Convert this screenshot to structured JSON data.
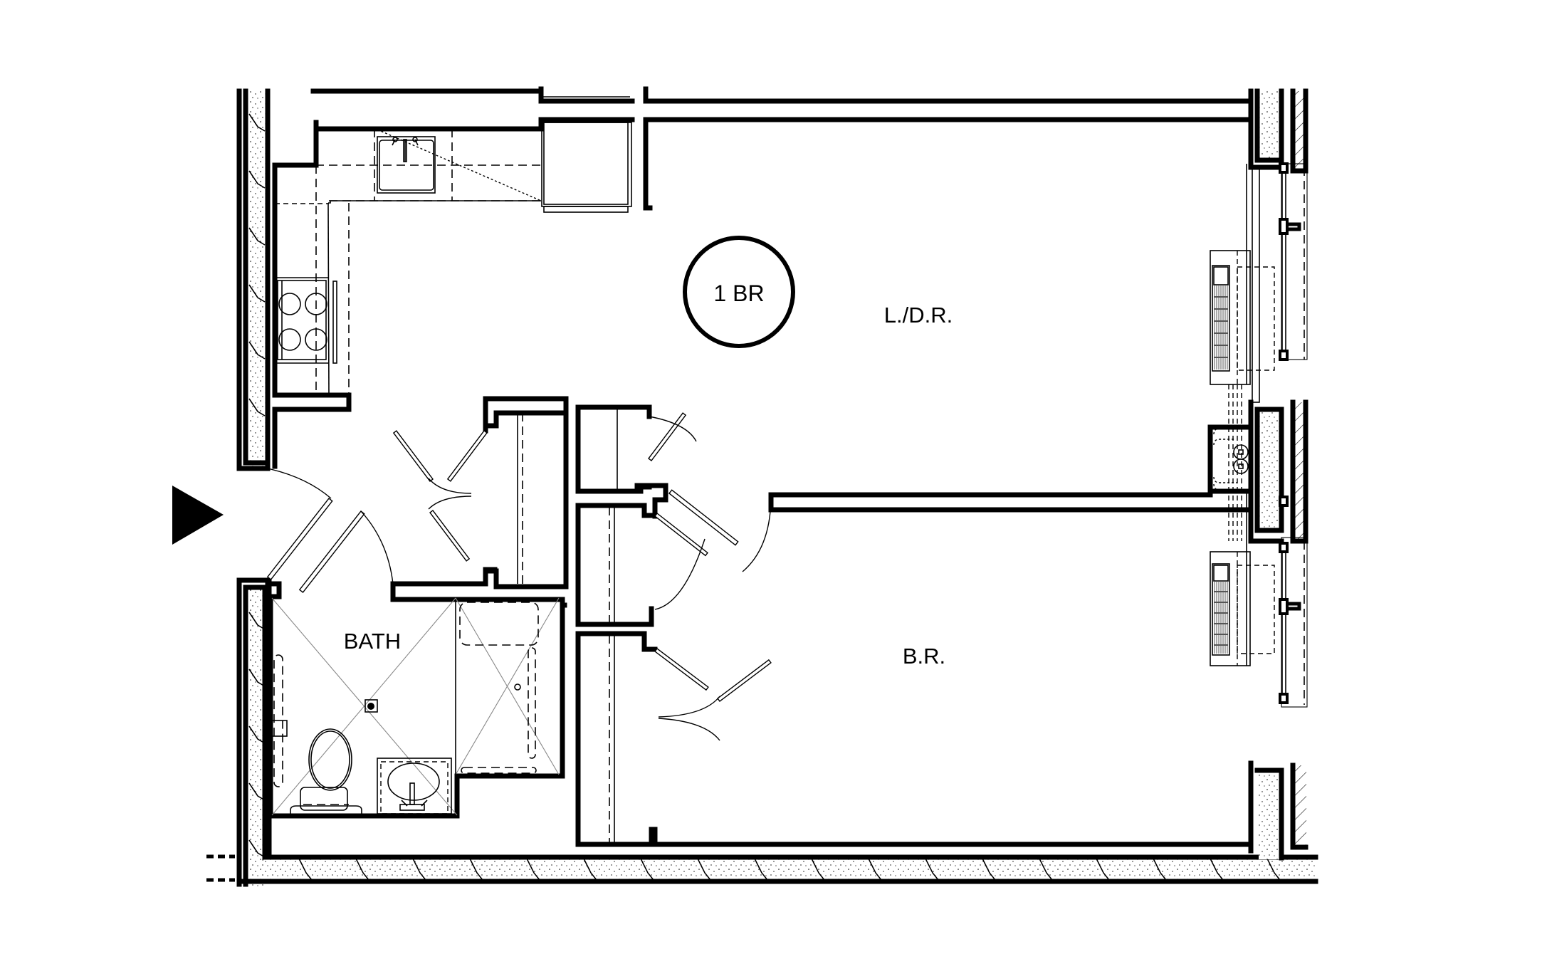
{
  "plan": {
    "unit_type_label": "1 BR",
    "rooms": {
      "living_dining": "L./D.R.",
      "bedroom": "B.R.",
      "bath": "BATH"
    },
    "entry_marker": "entry-arrow",
    "colors": {
      "line": "#000000",
      "background": "#ffffff",
      "diagonal_guides": "#888888"
    }
  }
}
